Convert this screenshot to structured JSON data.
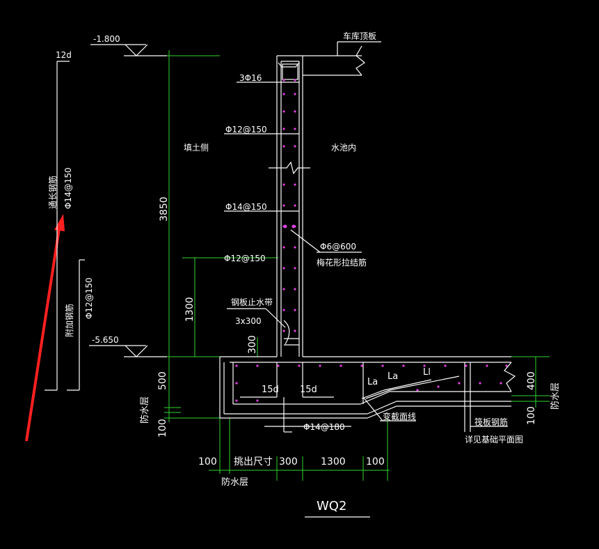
{
  "labels": {
    "elev_top": "-1.800",
    "elev_bottom": "-5.650",
    "twelve_d": "12d",
    "slab": "车库顶板",
    "bars_3phi16": "3Φ16",
    "phi12_at150_top": "Φ12@150",
    "soil_side": "填土侧",
    "pool_inside": "水池内",
    "phi14_at150": "Φ14@150",
    "phi6_at600": "Φ6@600",
    "tie_bar": "梅花形拉结筋",
    "phi12_at150_mid": "Φ12@150",
    "water_stop": "钢板止水带",
    "water_stop_size": "3x300",
    "dim_3850": "3850",
    "dim_1300_v": "1300",
    "dim_300_v": "300",
    "dim_500": "500",
    "dim_100_v": "100",
    "waterproof_left": "防水层",
    "fifteen_d_a": "15d",
    "fifteen_d_b": "15d",
    "la_a": "La",
    "la_b": "La",
    "ll": "Ll",
    "phi14_at180": "Φ14@180",
    "section_line": "变截面线",
    "raft_bar": "筏板钢筋",
    "see_plan": "详见基础平面图",
    "dim_400": "400",
    "dim_100_right": "100",
    "waterproof_right": "防水层",
    "dim_100_h": "100",
    "overhang": "挑出尺寸",
    "dim_300_h": "300",
    "dim_1300_h": "1300",
    "dim_100_h2": "100",
    "waterproof_bottom": "防水层",
    "title": "WQ2",
    "left_long_bar": "通长钢筋",
    "left_long_bar_spec": "Φ14@150",
    "left_add_bar": "附加钢筋",
    "left_add_bar_spec": "Φ12@150"
  },
  "colors": {
    "background": "#000000",
    "line": "#ffffff",
    "dimension": "#2fd62f",
    "rebar_dot": "#e040e0",
    "arrow": "#ff2020"
  },
  "icons": [
    "break-line-icon",
    "elevation-marker-icon",
    "red-arrow-icon"
  ]
}
